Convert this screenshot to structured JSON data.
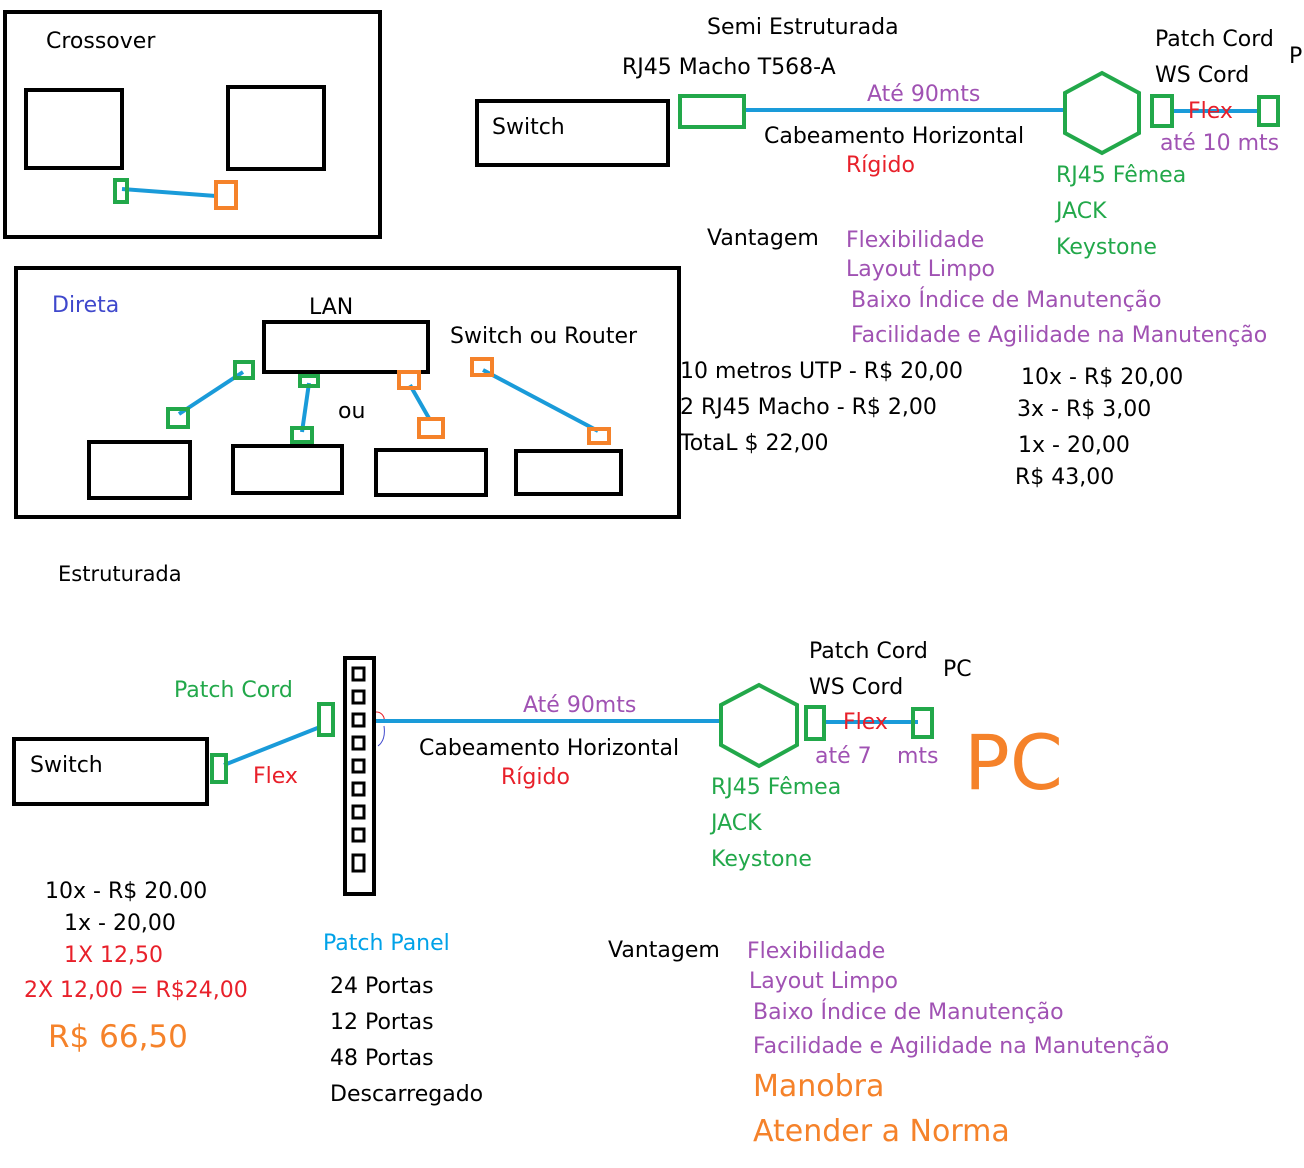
{
  "colors": {
    "black": "#000000",
    "cable_blue": "#1a9bd9",
    "green": "#22a84a",
    "orange": "#f5822a",
    "purple": "#a052b3",
    "red": "#e8202a",
    "blue_text": "#3f48cc",
    "light_blue": "#00a2e8"
  },
  "crossover": {
    "title": "Crossover"
  },
  "direta": {
    "title": "Direta",
    "lan_label": "LAN",
    "switch_router_label": "Switch ou Router",
    "ou_label": "ou"
  },
  "semi": {
    "title": "Semi Estruturada",
    "rj45_macho": "RJ45 Macho T568-A",
    "switch_label": "Switch",
    "ate_90": "Até 90mts",
    "horizontal": "Cabeamento Horizontal",
    "rigido": "Rígido",
    "patch_cord": "Patch Cord",
    "ws_cord": "WS Cord",
    "p_cut": "P",
    "flex": "Flex",
    "ate_10": "até 10 mts",
    "femea": "RJ45 Fêmea",
    "jack": "JACK",
    "keystone": "Keystone",
    "vantagem": "Vantagem",
    "advantages": [
      "Flexibilidade",
      "Layout Limpo",
      "Baixo Índice de Manutenção",
      "Facilidade e Agilidade na Manutenção"
    ],
    "costs_left": [
      "10 metros UTP - R$ 20,00",
      "2 RJ45 Macho - R$ 2,00",
      "TotaL $ 22,00"
    ],
    "costs_right": [
      "10x - R$ 20,00",
      "3x - R$ 3,00",
      "1x - 20,00",
      "R$ 43,00"
    ]
  },
  "estruturada": {
    "title": "Estruturada",
    "switch_label": "Switch",
    "patch_cord_green": "Patch Cord",
    "flex_left": "Flex",
    "ate_90": "Até 90mts",
    "horizontal": "Cabeamento Horizontal",
    "rigido": "Rígido",
    "patch_cord": "Patch Cord",
    "ws_cord": "WS Cord",
    "pc_small": "PC",
    "flex": "Flex",
    "ate_7": "até 7",
    "mts": "mts",
    "pc_big": "PC",
    "femea": "RJ45 Fêmea",
    "jack": "JACK",
    "keystone": "Keystone",
    "patch_panel": "Patch Panel",
    "ports": [
      "24 Portas",
      "12 Portas",
      "48 Portas",
      "Descarregado"
    ],
    "costs_black": [
      "10x - R$ 20.00",
      "1x - 20,00"
    ],
    "costs_red": [
      "1X 12,50",
      "2X 12,00 = R$24,00"
    ],
    "total": "R$ 66,50",
    "vantagem": "Vantagem",
    "advantages": [
      "Flexibilidade",
      "Layout Limpo",
      "Baixo Índice de Manutenção",
      "Facilidade e Agilidade na Manutenção"
    ],
    "extras": [
      "Manobra",
      "Atender a Norma"
    ]
  }
}
